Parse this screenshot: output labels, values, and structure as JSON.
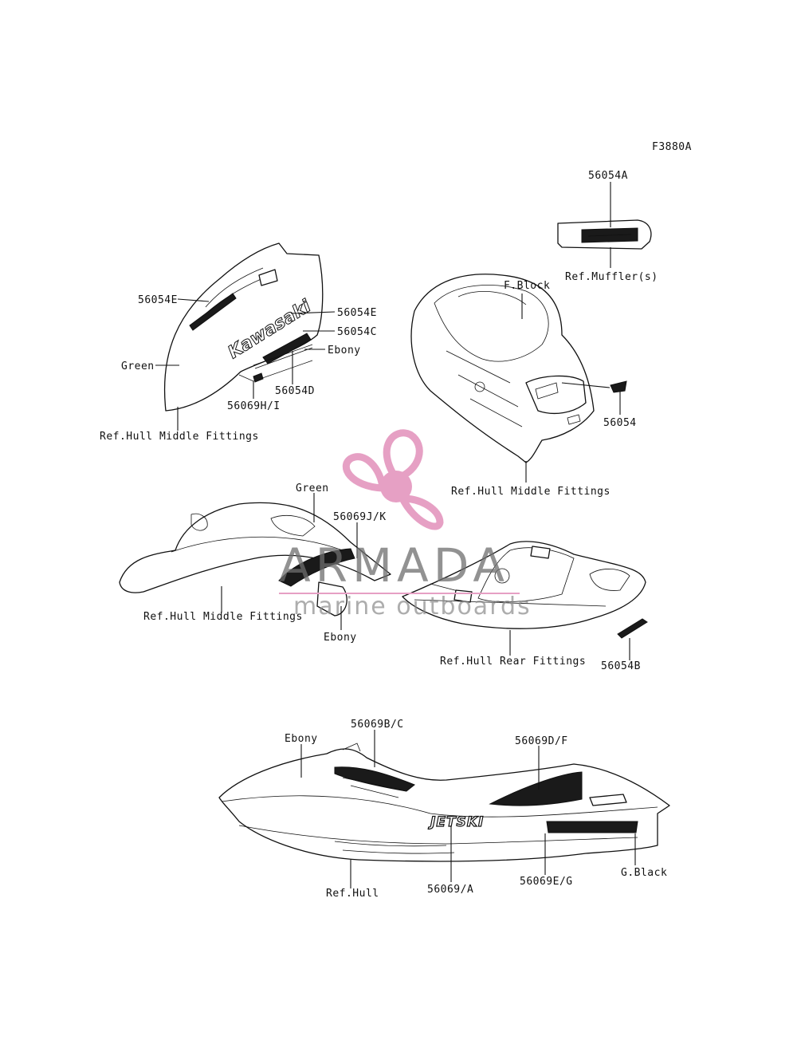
{
  "figure_code": "F3880A",
  "colors": {
    "line": "#111111",
    "watermark_pink": "#e6a0c4",
    "watermark_text": "#6d6d6d"
  },
  "group1": {
    "labels": {
      "p56054E_a": "56054E",
      "p56054E_b": "56054E",
      "p56054C": "56054C",
      "ebony": "Ebony",
      "green": "Green",
      "p56054D": "56054D",
      "p56069HI": "56069H/I",
      "ref": "Ref.Hull Middle Fittings"
    },
    "logo_text": "Kawasaki"
  },
  "group2": {
    "labels": {
      "p56054A": "56054A",
      "ref_muffler": "Ref.Muffler(s)",
      "fblock": "F.Block",
      "p56054": "56054",
      "ref": "Ref.Hull Middle Fittings"
    }
  },
  "group3": {
    "labels": {
      "green": "Green",
      "p56069JK": "56069J/K",
      "ref_middle": "Ref.Hull Middle Fittings",
      "ebony": "Ebony",
      "ref_rear": "Ref.Hull Rear Fittings",
      "p56054B": "56054B"
    }
  },
  "group4": {
    "labels": {
      "ebony": "Ebony",
      "p56069BC": "56069B/C",
      "p56069DF": "56069D/F",
      "gblack": "G.Black",
      "ref_hull": "Ref.Hull",
      "p56069A": "56069/A",
      "p56069EG": "56069E/G"
    },
    "decal_text": "JETSKI"
  },
  "watermark": {
    "title": "ARMADA",
    "subtitle": "marine outboards",
    "icon": "propeller-icon"
  }
}
